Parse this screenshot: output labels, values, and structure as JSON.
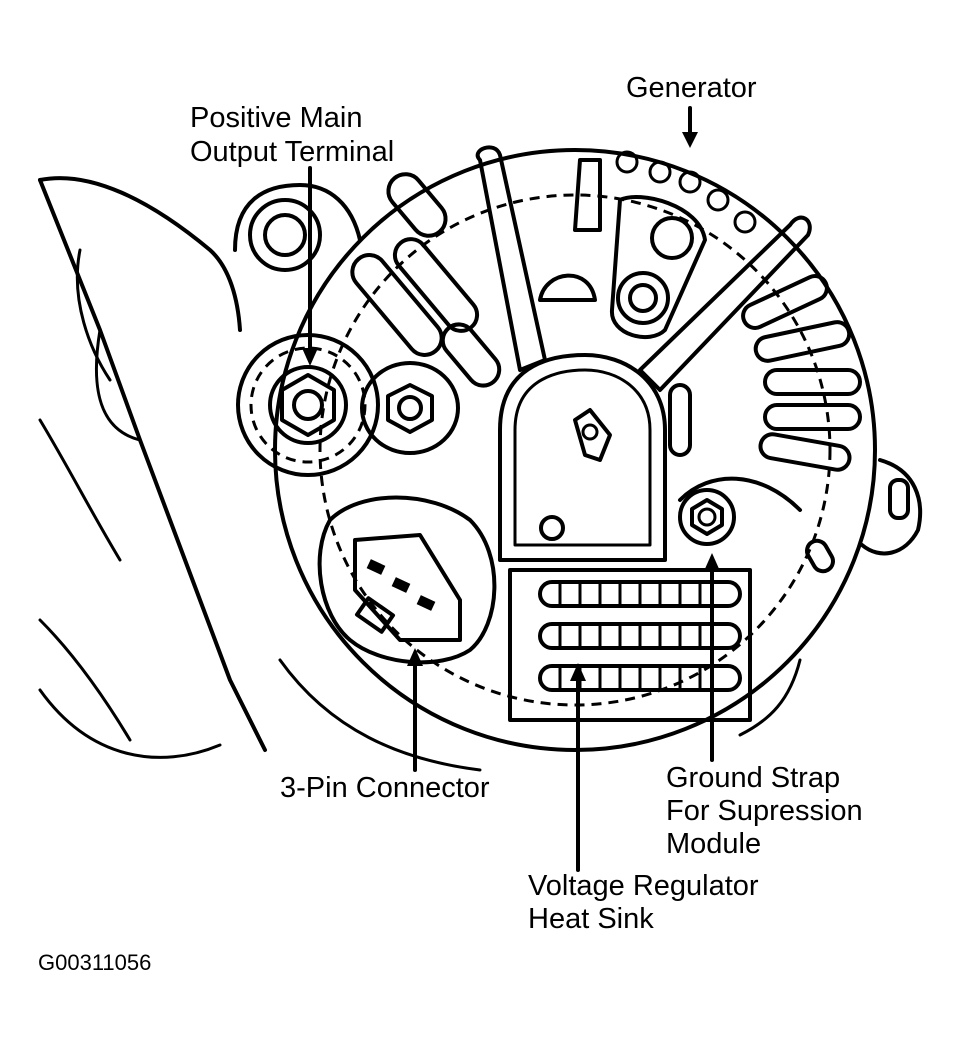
{
  "labels": {
    "generator": "Generator",
    "positive_main_line1": "Positive Main",
    "positive_main_line2": "Output Terminal",
    "three_pin": "3-Pin Connector",
    "ground_strap_line1": "Ground Strap",
    "ground_strap_line2": "For Supression",
    "ground_strap_line3": "Module",
    "voltage_reg_line1": "Voltage Regulator",
    "voltage_reg_line2": "Heat Sink"
  },
  "figure_code": "G00311056"
}
